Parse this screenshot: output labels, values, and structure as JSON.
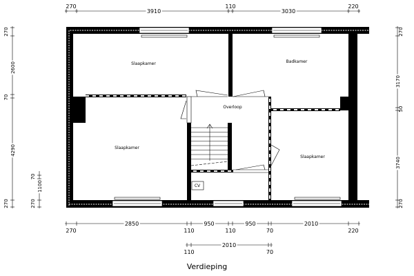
{
  "title": "Verdieping",
  "rooms": {
    "slaapkamer_nw": "Slaapkamer",
    "badkamer": "Badkamer",
    "overloop": "Overloop",
    "slaapkamer_sw": "Slaapkamer",
    "slaapkamer_se": "Slaapkamer",
    "cv": "CV"
  },
  "dimensions": {
    "top": [
      "270",
      "3910",
      "110",
      "3030",
      "220"
    ],
    "left_outer": [
      "270",
      "2600",
      "70",
      "4290",
      "270"
    ],
    "left_inner": [
      "70",
      "1100",
      "270"
    ],
    "right": [
      "270",
      "3170",
      "50",
      "3740",
      "270"
    ],
    "bottom_main": [
      "2850",
      "950",
      "950",
      "2010"
    ],
    "bottom_main_small": [
      "270",
      "110",
      "110",
      "70",
      "220"
    ],
    "bottom_second": [
      "2010"
    ],
    "bottom_second_small": [
      "110",
      "70"
    ]
  }
}
